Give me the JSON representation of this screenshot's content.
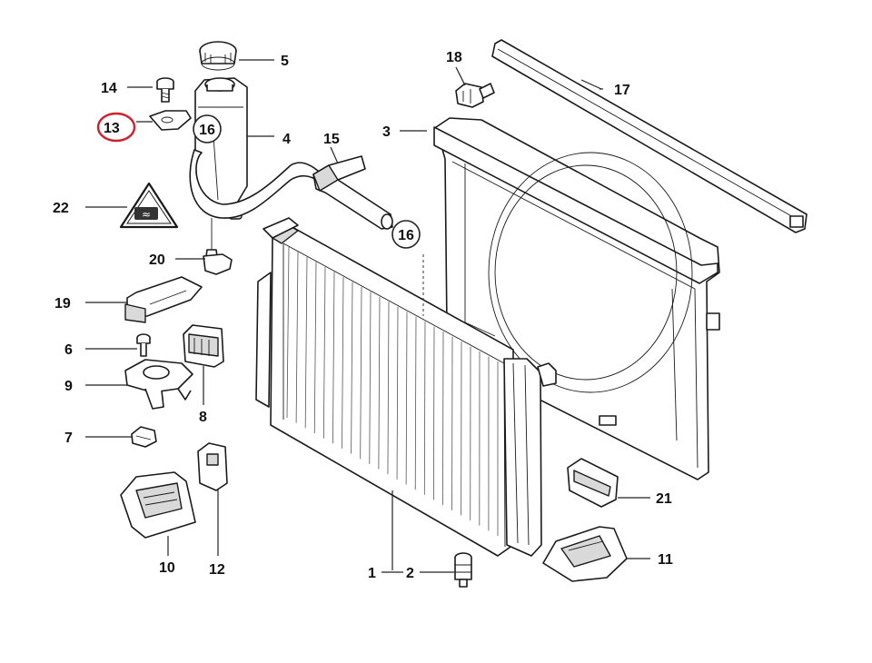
{
  "callouts": {
    "p1": "1",
    "p2": "2",
    "p3": "3",
    "p4": "4",
    "p5": "5",
    "p6": "6",
    "p7": "7",
    "p8": "8",
    "p9": "9",
    "p10": "10",
    "p11": "11",
    "p12": "12",
    "p13": "13",
    "p14": "14",
    "p15": "15",
    "p17": "17",
    "p18": "18",
    "p19": "19",
    "p20": "20",
    "p21": "21",
    "p22": "22",
    "p16a": "16",
    "p16b": "16"
  },
  "warning_sign": {
    "symbol_text": "≈"
  },
  "highlight": {
    "part": "13",
    "color": "#d0202a"
  }
}
